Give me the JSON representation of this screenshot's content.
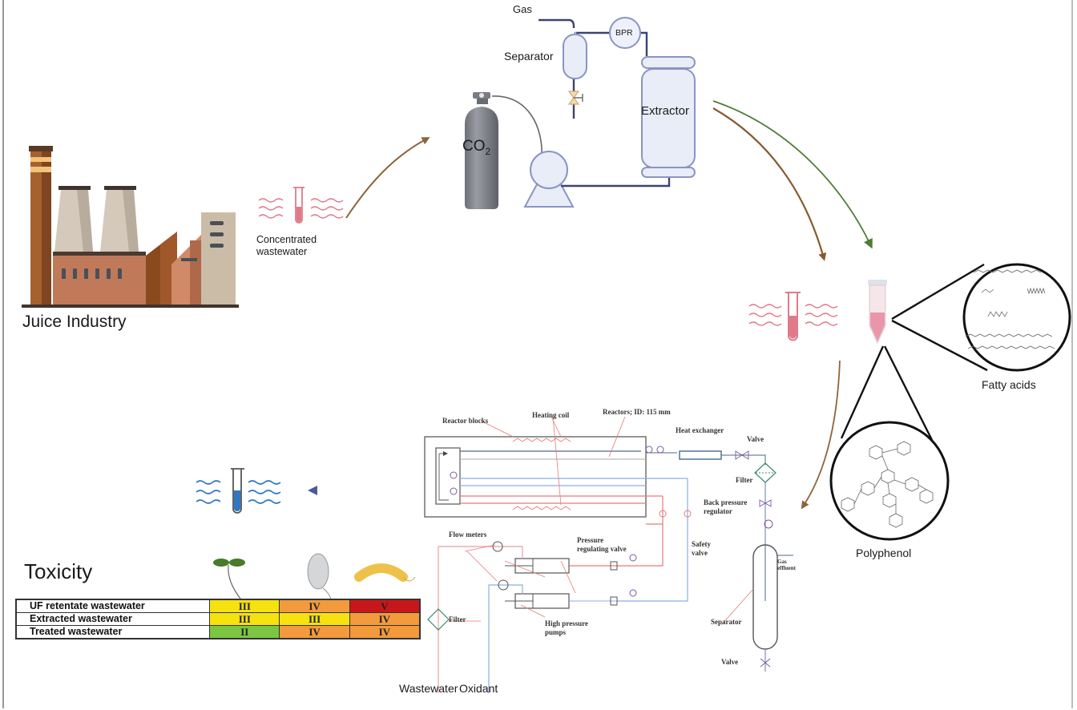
{
  "labels": {
    "juice_industry": "Juice Industry",
    "concentrated_wastewater": [
      "Concentrated",
      "wastewater"
    ],
    "gas": "Gas",
    "separator": "Separator",
    "bpr": "BPR",
    "extractor": "Extractor",
    "co2": "CO",
    "co2_sub": "2",
    "fatty_acids": "Fatty acids",
    "polyphenol": "Polyphenol",
    "wastewater": "Wastewater",
    "oxidant": "Oxidant"
  },
  "scwo_diagram": {
    "reactor_blocks": "Reactor blocks",
    "heating_coil": "Heating coil",
    "reactors": "Reactors; ID: 115 mm",
    "heat_exchanger": "Heat exchanger",
    "valve_top": "Valve",
    "filter_right": "Filter",
    "back_pressure_regulator": [
      "Back pressure",
      "regulator"
    ],
    "flow_meters": "Flow meters",
    "pressure_regulating_valve": [
      "Pressure",
      "regulating valve"
    ],
    "safety_valve": [
      "Safety",
      "valve"
    ],
    "gas_effluent": [
      "Gas",
      "effluent"
    ],
    "filter_left": "Filter",
    "high_pressure_pumps": [
      "High pressure",
      "pumps"
    ],
    "separator": "Separator",
    "valve_bottom": "Valve"
  },
  "toxicity": {
    "title": "Toxicity",
    "organisms": [
      "plant-seedling",
      "daphnia",
      "bacterium"
    ],
    "rows": [
      {
        "name": "UF retentate wastewater",
        "levels": [
          "III",
          "IV",
          "V"
        ]
      },
      {
        "name": "Extracted wastewater",
        "levels": [
          "III",
          "III",
          "IV"
        ]
      },
      {
        "name": "Treated wastewater",
        "levels": [
          "II",
          "IV",
          "IV"
        ]
      }
    ],
    "level_colors": {
      "II": "#7cc642",
      "III": "#f5e20f",
      "IV": "#f39a3c",
      "V": "#c8171b"
    }
  },
  "colors": {
    "arrow_brown": "#7a4a1a",
    "arrow_green": "#3b6e22",
    "arrow_blue": "#4a5a9a",
    "pipe_navy": "#3c4470",
    "vessel_fill": "#e8edf8",
    "vessel_stroke": "#8a94c4",
    "wastewater_pink": "#e07a8a",
    "treated_blue": "#2f78c0"
  }
}
